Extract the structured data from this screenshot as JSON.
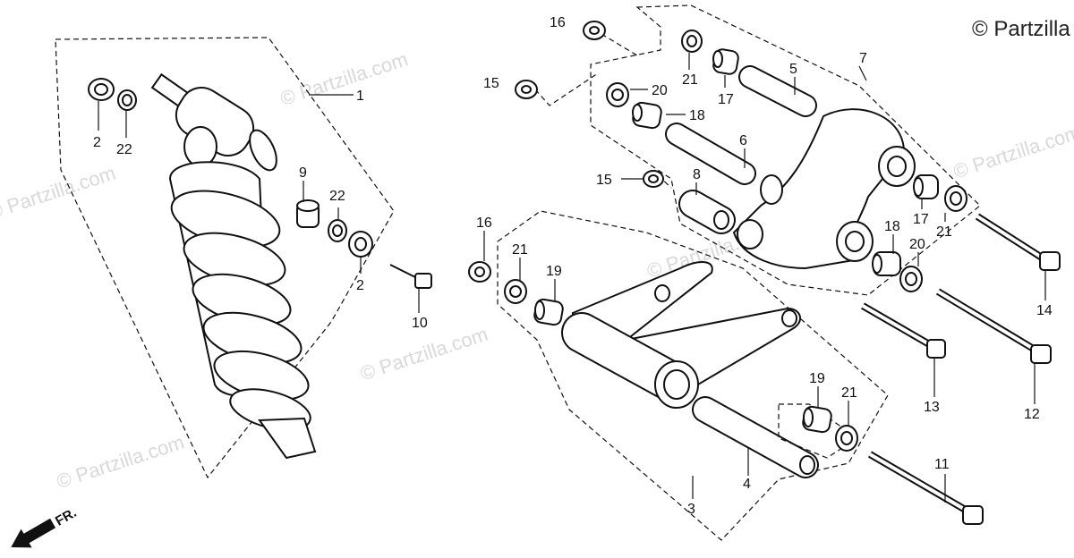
{
  "watermark": "© Partzilla.com",
  "copyright": "© Partzilla",
  "front_marker": "FR.",
  "callouts": [
    "1",
    "2",
    "22",
    "2",
    "22",
    "9",
    "10",
    "16",
    "15",
    "21",
    "20",
    "17",
    "18",
    "5",
    "6",
    "7",
    "8",
    "15",
    "17",
    "21",
    "18",
    "20",
    "14",
    "16",
    "21",
    "19",
    "3",
    "4",
    "19",
    "21",
    "13",
    "12",
    "11"
  ]
}
